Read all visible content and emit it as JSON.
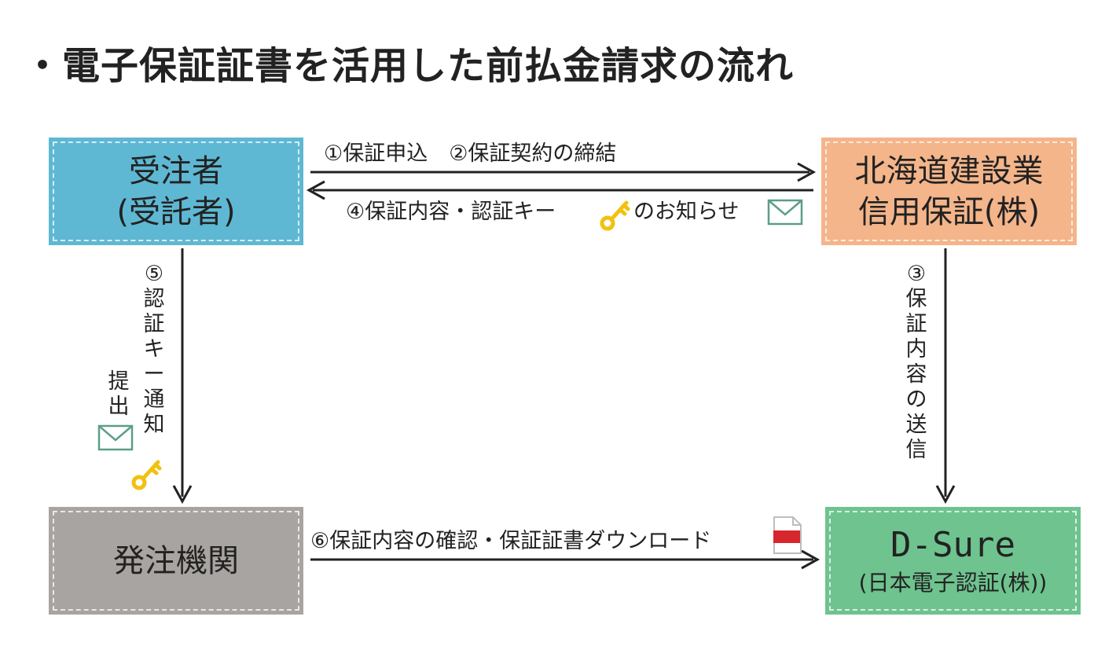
{
  "title": "・電子保証証書を活用した前払金請求の流れ",
  "colors": {
    "contractor": "#5fb8d3",
    "guarantor": "#f4b58a",
    "client": "#a8a4a1",
    "dsure": "#6ec38f",
    "arrow": "#222222",
    "key": "#f2c10f",
    "envelope": "#5b9e8a",
    "document_red": "#d8262e"
  },
  "boxes": {
    "contractor": {
      "line1": "受注者",
      "line2": "(受託者)"
    },
    "guarantor": {
      "line1": "北海道建設業",
      "line2": "信用保証(株)"
    },
    "client": {
      "line1": "発注機関"
    },
    "dsure": {
      "line1": "D-Sure",
      "line2": "(日本電子認証(株))"
    }
  },
  "flows": {
    "step1_2": "①保証申込　②保証契約の締結",
    "step4_text": "④保証内容・認証キー",
    "step4_suffix": "のお知らせ",
    "step5_text": "⑤認証キー通知",
    "step5_side": "提出",
    "step3_text": "③保証内容の送信",
    "step6_text": "⑥保証内容の確認・保証証書ダウンロード"
  },
  "icons": {
    "key": "key-icon",
    "envelope": "envelope-icon",
    "document": "document-icon"
  }
}
